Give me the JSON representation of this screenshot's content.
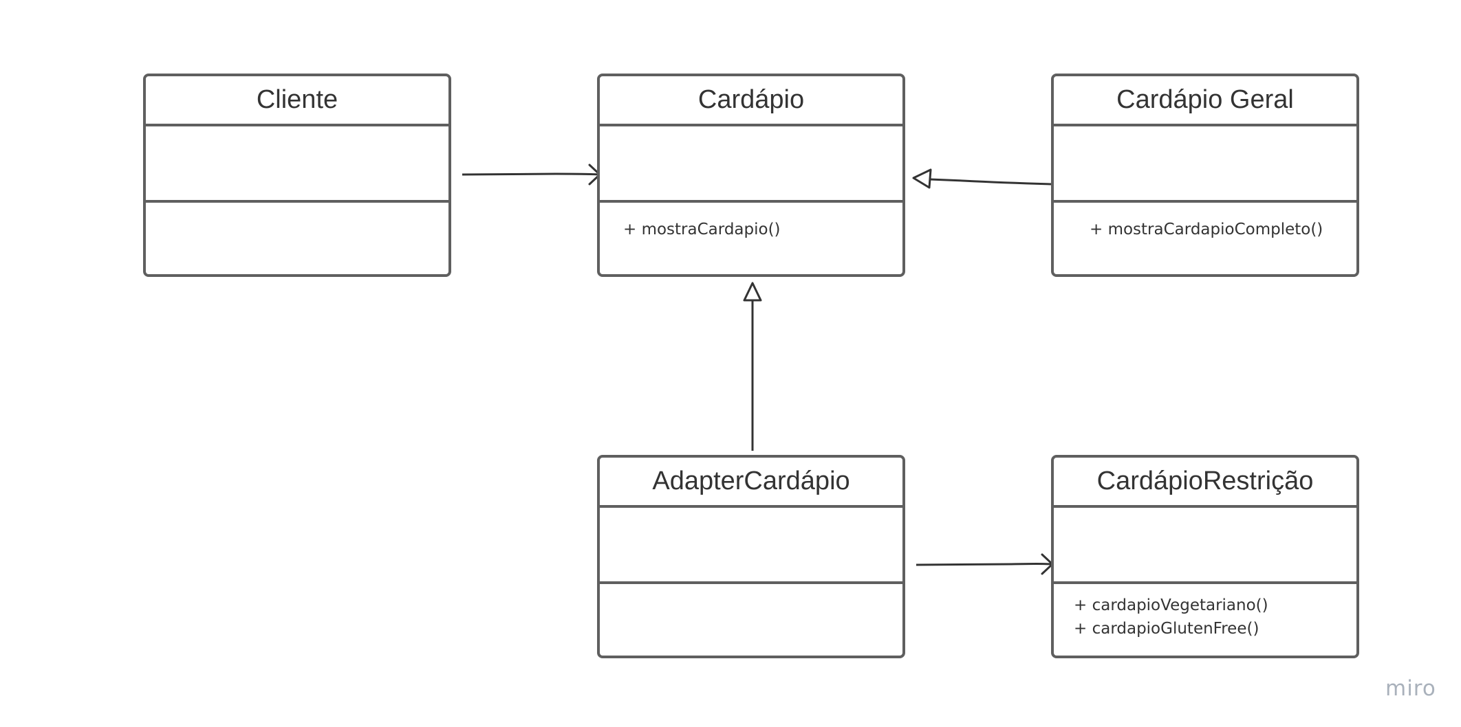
{
  "classes": {
    "cliente": {
      "name": "Cliente",
      "methods": []
    },
    "cardapio": {
      "name": "Cardápio",
      "methods": [
        "+ mostraCardapio()"
      ]
    },
    "cardapio_geral": {
      "name": "Cardápio Geral",
      "methods": [
        "+ mostraCardapioCompleto()"
      ]
    },
    "adapter_cardapio": {
      "name": "AdapterCardápio",
      "methods": []
    },
    "cardapio_restricao": {
      "name": "CardápioRestrição",
      "methods": [
        "+ cardapioVegetariano()",
        "+ cardapioGlutenFree()"
      ]
    }
  },
  "relations": [
    {
      "from": "Cliente",
      "to": "Cardápio",
      "type": "association"
    },
    {
      "from": "Cardápio Geral",
      "to": "Cardápio",
      "type": "generalization"
    },
    {
      "from": "AdapterCardápio",
      "to": "Cardápio",
      "type": "generalization"
    },
    {
      "from": "AdapterCardápio",
      "to": "CardápioRestrição",
      "type": "association"
    }
  ],
  "watermark": "miro",
  "colors": {
    "box_border": "#5f5f5f",
    "text": "#333333",
    "connector": "#333333",
    "watermark": "#a9b1bb"
  }
}
